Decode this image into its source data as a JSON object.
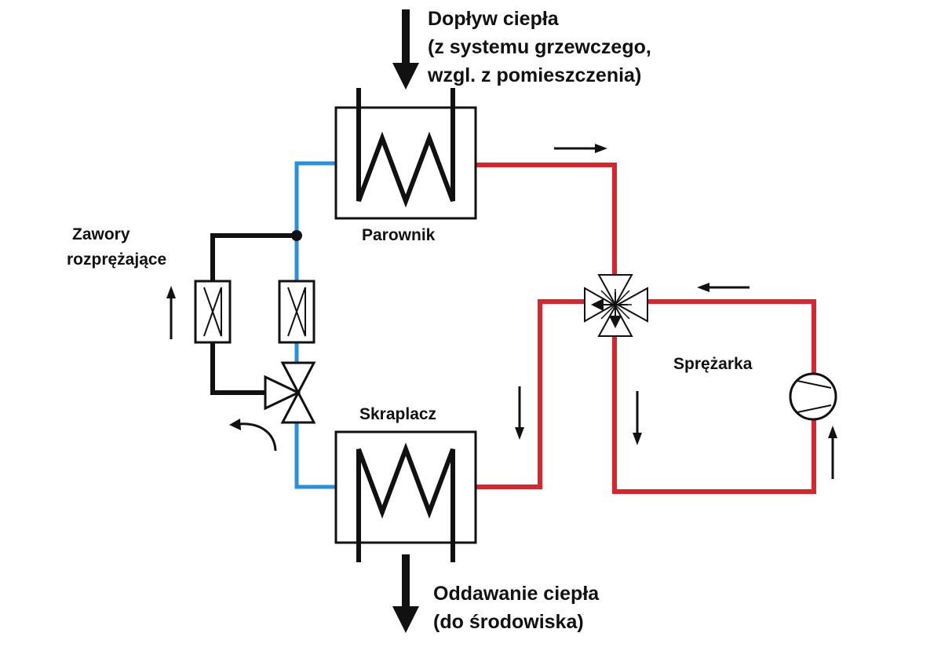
{
  "labels": {
    "heat_in_line1": "Dopływ ciepła",
    "heat_in_line2": "(z systemu grzewczego,",
    "heat_in_line3": "wzgl. z pomieszczenia)",
    "evaporator": "Parownik",
    "expansion_valves_line1": "Zawory",
    "expansion_valves_line2": "rozprężające",
    "compressor": "Sprężarka",
    "condenser": "Skraplacz",
    "heat_out_line1": "Oddawanie ciepła",
    "heat_out_line2": "(do środowiska)"
  },
  "colors": {
    "hot_pipe": "#d7262e",
    "cold_pipe": "#2a8fd9",
    "bypass_pipe": "#111111"
  }
}
